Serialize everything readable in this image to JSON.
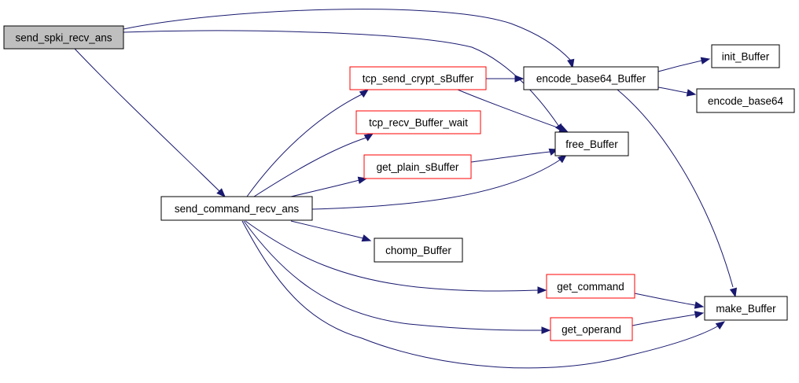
{
  "colors": {
    "edge": "#191970",
    "root_fill": "#bfbfbf",
    "node_fill": "#ffffff",
    "border_default": "#000000",
    "border_truncated": "#ff0000"
  },
  "nodes": {
    "send_spki_recv_ans": {
      "label": "send_spki_recv_ans",
      "kind": "root"
    },
    "send_command_recv_ans": {
      "label": "send_command_recv_ans",
      "kind": "normal"
    },
    "tcp_send_crypt_sBuffer": {
      "label": "tcp_send_crypt_sBuffer",
      "kind": "truncated"
    },
    "tcp_recv_Buffer_wait": {
      "label": "tcp_recv_Buffer_wait",
      "kind": "truncated"
    },
    "get_plain_sBuffer": {
      "label": "get_plain_sBuffer",
      "kind": "truncated"
    },
    "chomp_Buffer": {
      "label": "chomp_Buffer",
      "kind": "normal"
    },
    "get_command": {
      "label": "get_command",
      "kind": "truncated"
    },
    "get_operand": {
      "label": "get_operand",
      "kind": "truncated"
    },
    "encode_base64_Buffer": {
      "label": "encode_base64_Buffer",
      "kind": "normal"
    },
    "free_Buffer": {
      "label": "free_Buffer",
      "kind": "normal"
    },
    "init_Buffer": {
      "label": "init_Buffer",
      "kind": "normal"
    },
    "encode_base64": {
      "label": "encode_base64",
      "kind": "normal"
    },
    "make_Buffer": {
      "label": "make_Buffer",
      "kind": "normal"
    }
  },
  "edges": [
    {
      "from": "send_spki_recv_ans",
      "to": "encode_base64_Buffer"
    },
    {
      "from": "send_spki_recv_ans",
      "to": "free_Buffer"
    },
    {
      "from": "send_spki_recv_ans",
      "to": "send_command_recv_ans"
    },
    {
      "from": "send_command_recv_ans",
      "to": "tcp_send_crypt_sBuffer"
    },
    {
      "from": "send_command_recv_ans",
      "to": "tcp_recv_Buffer_wait"
    },
    {
      "from": "send_command_recv_ans",
      "to": "get_plain_sBuffer"
    },
    {
      "from": "send_command_recv_ans",
      "to": "free_Buffer"
    },
    {
      "from": "send_command_recv_ans",
      "to": "chomp_Buffer"
    },
    {
      "from": "send_command_recv_ans",
      "to": "get_command"
    },
    {
      "from": "send_command_recv_ans",
      "to": "get_operand"
    },
    {
      "from": "send_command_recv_ans",
      "to": "make_Buffer"
    },
    {
      "from": "tcp_send_crypt_sBuffer",
      "to": "encode_base64_Buffer"
    },
    {
      "from": "tcp_send_crypt_sBuffer",
      "to": "free_Buffer"
    },
    {
      "from": "get_plain_sBuffer",
      "to": "free_Buffer"
    },
    {
      "from": "encode_base64_Buffer",
      "to": "init_Buffer"
    },
    {
      "from": "encode_base64_Buffer",
      "to": "encode_base64"
    },
    {
      "from": "encode_base64_Buffer",
      "to": "make_Buffer"
    },
    {
      "from": "get_command",
      "to": "make_Buffer"
    },
    {
      "from": "get_operand",
      "to": "make_Buffer"
    }
  ]
}
